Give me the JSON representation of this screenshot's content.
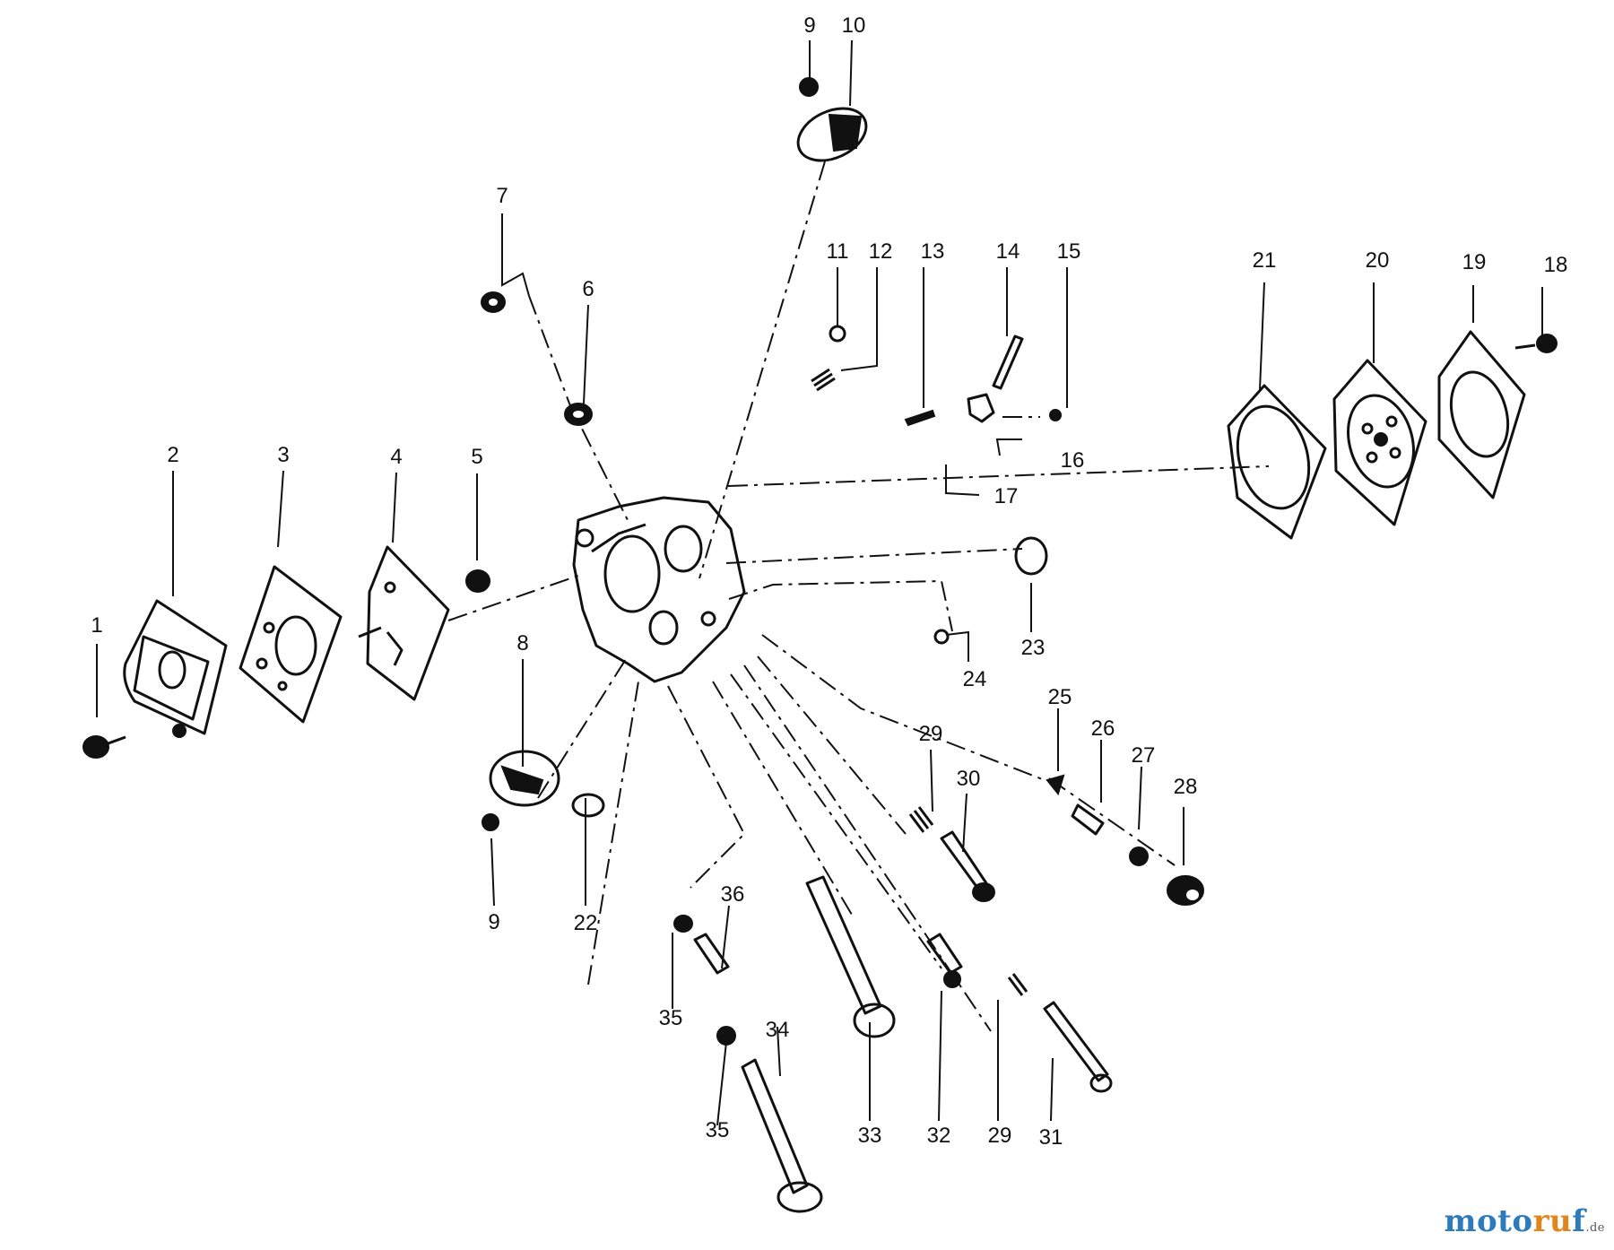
{
  "diagram": {
    "callouts": {
      "c1": "1",
      "c2": "2",
      "c3": "3",
      "c4": "4",
      "c5": "5",
      "c6": "6",
      "c7": "7",
      "c8": "8",
      "c9a": "9",
      "c9b": "9",
      "c10": "10",
      "c11": "11",
      "c12": "12",
      "c13": "13",
      "c14": "14",
      "c15": "15",
      "c16": "16",
      "c17": "17",
      "c18": "18",
      "c19": "19",
      "c20": "20",
      "c21": "21",
      "c22": "22",
      "c23": "23",
      "c24": "24",
      "c25": "25",
      "c26": "26",
      "c27": "27",
      "c28": "28",
      "c29a": "29",
      "c29b": "29",
      "c30": "30",
      "c31": "31",
      "c32": "32",
      "c33": "33",
      "c34": "34",
      "c35a": "35",
      "c35b": "35",
      "c36": "36"
    }
  },
  "watermark": {
    "part_a": "moto",
    "part_b": "ru",
    "part_c": "f",
    "tld": ".de",
    "colors": {
      "blue": "#2c7bbd",
      "orange": "#e2861b"
    }
  }
}
